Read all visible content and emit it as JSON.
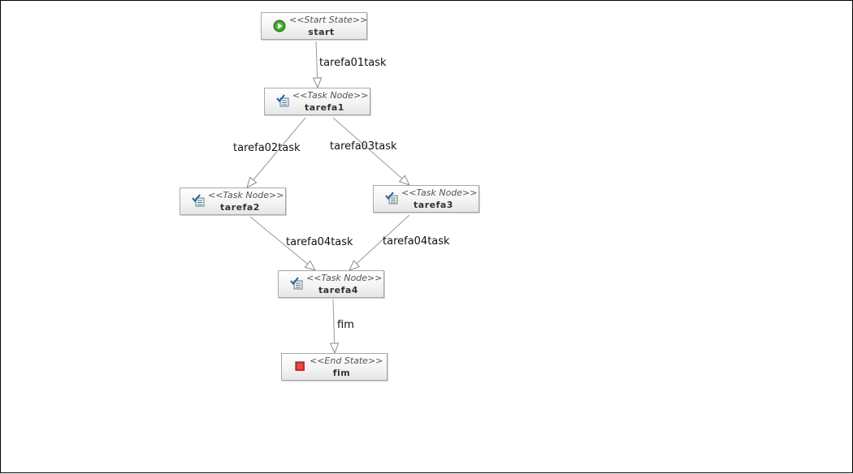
{
  "diagram": {
    "type": "jBPM process definition",
    "nodes": [
      {
        "id": "start",
        "stereotype": "<<Start State>>",
        "name": "start",
        "icon": "start-state-icon"
      },
      {
        "id": "tarefa1",
        "stereotype": "<<Task Node>>",
        "name": "tarefa1",
        "icon": "task-node-icon"
      },
      {
        "id": "tarefa2",
        "stereotype": "<<Task Node>>",
        "name": "tarefa2",
        "icon": "task-node-icon"
      },
      {
        "id": "tarefa3",
        "stereotype": "<<Task Node>>",
        "name": "tarefa3",
        "icon": "task-node-icon"
      },
      {
        "id": "tarefa4",
        "stereotype": "<<Task Node>>",
        "name": "tarefa4",
        "icon": "task-node-icon"
      },
      {
        "id": "fim",
        "stereotype": "<<End State>>",
        "name": "fim",
        "icon": "end-state-icon"
      }
    ],
    "transitions": [
      {
        "from": "start",
        "to": "tarefa1",
        "label": "tarefa01task"
      },
      {
        "from": "tarefa1",
        "to": "tarefa2",
        "label": "tarefa02task"
      },
      {
        "from": "tarefa1",
        "to": "tarefa3",
        "label": "tarefa03task"
      },
      {
        "from": "tarefa2",
        "to": "tarefa4",
        "label": "tarefa04task"
      },
      {
        "from": "tarefa3",
        "to": "tarefa4",
        "label": "tarefa04task"
      },
      {
        "from": "tarefa4",
        "to": "fim",
        "label": "fim"
      }
    ],
    "colors": {
      "start_icon": "#3a9a2a",
      "end_icon": "#d42a2a",
      "task_check": "#1f5fa0",
      "edge": "#9a9a9a",
      "node_border": "#a8a8a8"
    }
  }
}
